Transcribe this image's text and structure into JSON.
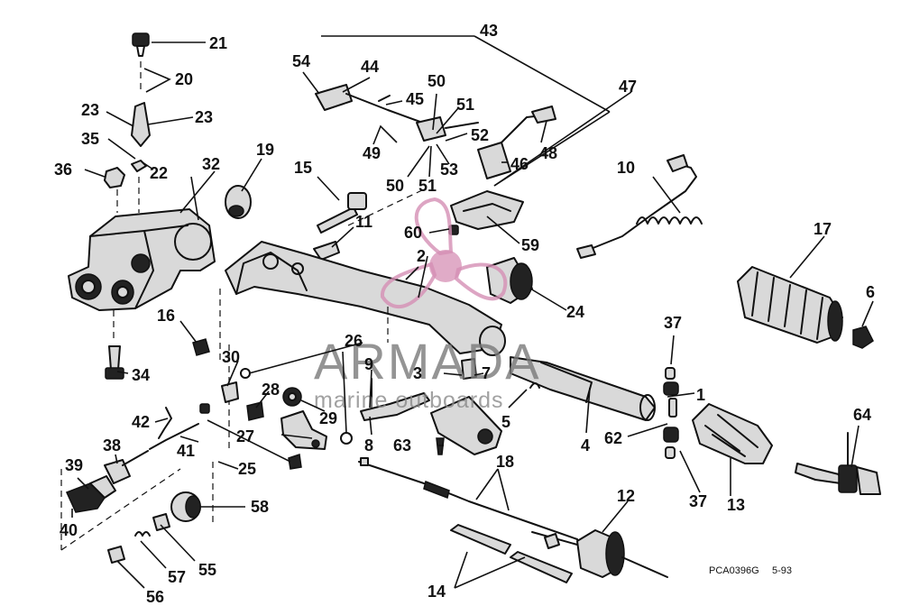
{
  "diagram": {
    "labels": [
      "1",
      "2",
      "3",
      "4",
      "5",
      "6",
      "7",
      "8",
      "9",
      "10",
      "11",
      "12",
      "13",
      "14",
      "15",
      "16",
      "17",
      "18",
      "19",
      "20",
      "21",
      "22",
      "23",
      "23",
      "24",
      "25",
      "26",
      "27",
      "28",
      "29",
      "30",
      "32",
      "34",
      "35",
      "36",
      "37",
      "37",
      "38",
      "39",
      "40",
      "41",
      "42",
      "43",
      "44",
      "45",
      "46",
      "47",
      "48",
      "49",
      "50",
      "50",
      "51",
      "51",
      "52",
      "53",
      "54",
      "55",
      "56",
      "57",
      "58",
      "59",
      "60",
      "62",
      "63",
      "64"
    ],
    "code": "PCA0396G",
    "date": "5-93"
  },
  "watermark": {
    "brand": "ARMADA",
    "tagline": "marine outboards",
    "logo_color": "#d58fb4"
  }
}
